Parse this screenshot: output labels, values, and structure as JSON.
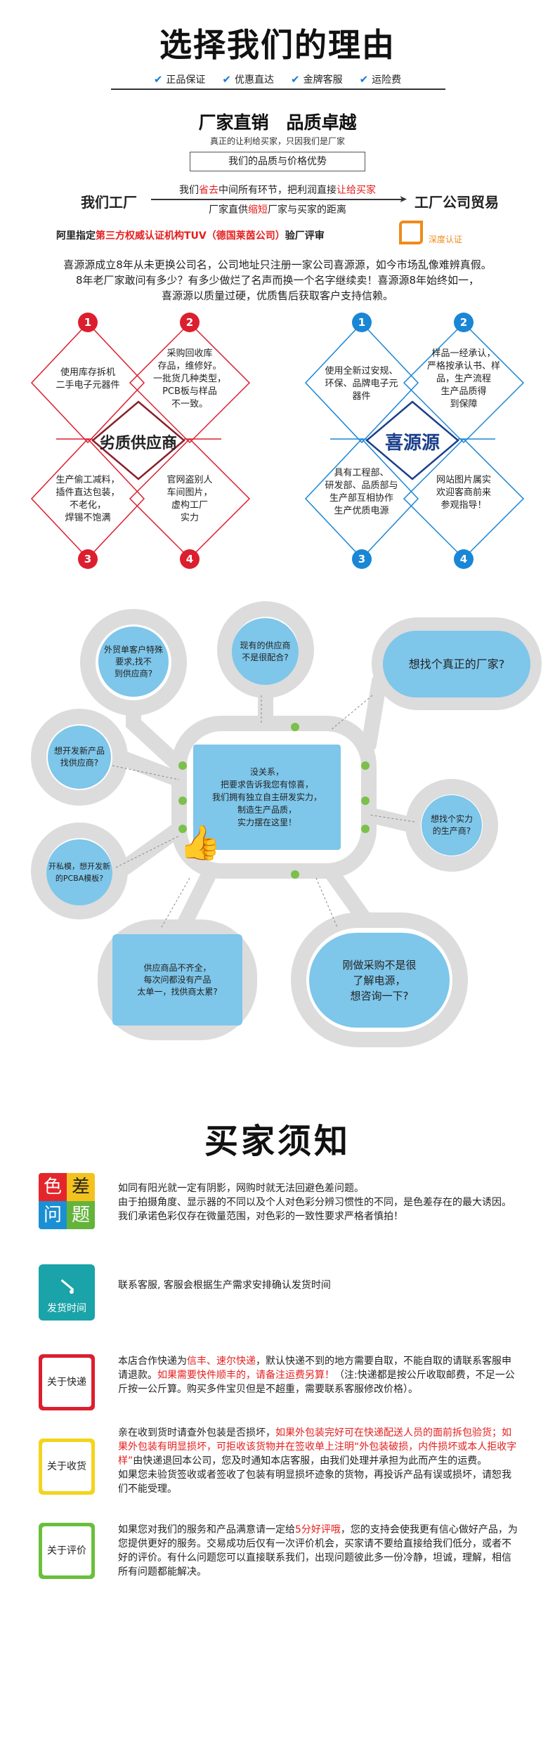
{
  "header": {
    "title": "选择我们的理由",
    "benefits": [
      "正品保证",
      "优惠直达",
      "金牌客服",
      "运险费"
    ]
  },
  "slogan": {
    "title": "厂家直销　品质卓越",
    "subtitle": "真正的让利给买家，只因我们是厂家",
    "box_label": "我们的品质与价格优势"
  },
  "compare": {
    "left": "我们工厂",
    "right": "工厂公司贸易",
    "top_a": "我们",
    "top_b": "省去",
    "top_c": "中间所有环节，把利润直接",
    "top_d": "让给买家",
    "bottom_a": "厂家直供",
    "bottom_b": "缩短",
    "bottom_c": "厂家与买家的距离"
  },
  "cert": {
    "prefix": "阿里指定",
    "highlight": "第三方权威认证机构TUV（德国莱茵公司）",
    "suffix": "验厂评审",
    "logo_name": "深度认证"
  },
  "intro": {
    "line1": "喜源源成立8年从未更换公司名，公司地址只注册一家公司喜源源，如今市场乱像难辨真假。",
    "line2": "8年老厂家敢问有多少？有多少做烂了名声而换一个名字继续卖！喜源源8年始终如一，",
    "line3": "喜源源以质量过硬，优质售后获取客户支持信赖。"
  },
  "diamond_left": {
    "center": "劣质供应商",
    "items": [
      {
        "num": "1",
        "text": "使用库存拆机\n二手电子元器件"
      },
      {
        "num": "2",
        "text": "采购回收库\n存品，维修好。\n一批货几种类型，\nPCB板与样品\n不一致。"
      },
      {
        "num": "3",
        "text": "生产偷工减料，\n插件直达包装，\n不老化，\n焊锡不饱满"
      },
      {
        "num": "4",
        "text": "官网盗别人\n车间图片，\n虚构工厂\n实力"
      }
    ]
  },
  "diamond_right": {
    "center": "喜源源",
    "items": [
      {
        "num": "1",
        "text": "使用全新过安规、\n环保、品牌电子元\n器件"
      },
      {
        "num": "2",
        "text": "样品一经承认，\n严格按承认书、样\n品，生产流程\n生产品质得\n到保障"
      },
      {
        "num": "3",
        "text": "具有工程部、\n研发部、品质部与\n生产部互相协作\n生产优质电源"
      },
      {
        "num": "4",
        "text": "网站图片属实\n欢迎客商前来\n参观指导！"
      }
    ]
  },
  "bubbles": {
    "b1": "外贸单客户特殊\n要求,找不\n到供应商?",
    "b2": "现有的供应商\n不是很配合?",
    "b3": "想找个真正的厂家?",
    "b4": "想开发新产品\n找供应商?",
    "b5": "想找个实力\n的生产商?",
    "b6": "开私模，想开发新\n的PCBA模板?",
    "b7": "供应商品不齐全，\n每次问都没有产品\n太单一，找供商太累?",
    "b8": "刚做采购不是很\n了解电源，\n想咨询一下?",
    "center": "没关系，\n把要求告诉我您有惊喜，\n我们拥有独立自主研发实力，\n制造生产品质，\n实力摆在这里！"
  },
  "buyer": {
    "title": "买家须知",
    "icon1_a": "色",
    "icon1_b": "差",
    "icon1_c": "问",
    "icon1_d": "题",
    "notice1": "如同有阳光就一定有阴影，网购时就无法回避色差问题。\n由于拍摄角度、显示器的不同以及个人对色彩分辨习惯性的不同，是色差存在的最大诱因。我们承诺色彩仅存在微量范围，对色彩的一致性要求严格者慎拍！",
    "icon2_label": "发货时间",
    "notice2": "联系客服, 客服会根据生产需求安排确认发货时间",
    "icon3_label": "关于快递",
    "n3_a": "本店合作快递为",
    "n3_b": "信丰、速尔快递",
    "n3_c": "，默认快递不到的地方需要自取，不能自取的请联系客服申请退款。",
    "n3_d": "如果需要快件顺丰的，请备注运费另算！",
    "n3_e": "（注:快递都是按公斤收取邮费，不足一公斤按一公斤算。购买多件宝贝但是不超重，需要联系客服修改价格）。",
    "icon4_label": "关于收货",
    "n4_a": "亲在收到货时请查外包装是否损坏，",
    "n4_b": "如果外包装完好可在快递配送人员的面前拆包验货；如果外包装有明显损坏，可拒收该货物并在签收单上注明“外包装破损，内件损坏或本人拒收字样”",
    "n4_c": "由快递退回本公司，您及时通知本店客服，由我们处理并承担为此而产生的运费。\n如果您未验货签收或者签收了包装有明显损坏迹象的货物，再投诉产品有误或损坏，请恕我们不能受理。",
    "icon5_label": "关于评价",
    "n5_a": "如果您对我们的服务和产品满意请一定给",
    "n5_b": "5分好评哦",
    "n5_c": "，您的支持会使我更有信心做好产品，为您提供更好的服务。交易成功后仅有一次评价机会，买家请不要给直接给我们低分，或者不好的评价。有什么问题您可以直接联系我们，出现问题彼此多一份冷静，坦诚，理解，相信所有问题都能解决。"
  }
}
